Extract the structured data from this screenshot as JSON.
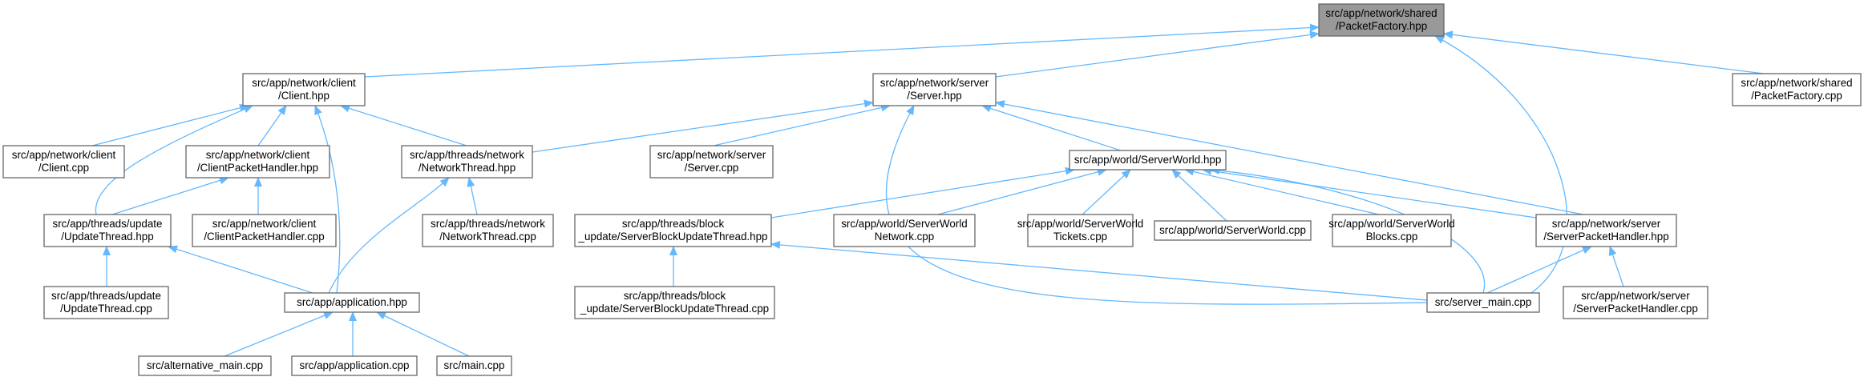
{
  "diagram": {
    "edge_color": "#63b8ff",
    "root_fill": "#999999",
    "nodes": [
      {
        "id": "packetfactory_hpp",
        "lines": [
          "src/app/network/shared",
          "/PacketFactory.hpp"
        ],
        "root": true
      },
      {
        "id": "client_hpp",
        "lines": [
          "src/app/network/client",
          "/Client.hpp"
        ]
      },
      {
        "id": "server_hpp",
        "lines": [
          "src/app/network/server",
          "/Server.hpp"
        ]
      },
      {
        "id": "packetfactory_cpp",
        "lines": [
          "src/app/network/shared",
          "/PacketFactory.cpp"
        ]
      },
      {
        "id": "client_cpp",
        "lines": [
          "src/app/network/client",
          "/Client.cpp"
        ]
      },
      {
        "id": "clientpackethandler_hpp",
        "lines": [
          "src/app/network/client",
          "/ClientPacketHandler.hpp"
        ]
      },
      {
        "id": "networkthread_hpp",
        "lines": [
          "src/app/threads/network",
          "/NetworkThread.hpp"
        ]
      },
      {
        "id": "server_cpp",
        "lines": [
          "src/app/network/server",
          "/Server.cpp"
        ]
      },
      {
        "id": "serverworld_hpp",
        "lines": [
          "src/app/world/ServerWorld.hpp"
        ]
      },
      {
        "id": "updatethread_hpp",
        "lines": [
          "src/app/threads/update",
          "/UpdateThread.hpp"
        ]
      },
      {
        "id": "clientpackethandler_cpp",
        "lines": [
          "src/app/network/client",
          "/ClientPacketHandler.cpp"
        ]
      },
      {
        "id": "networkthread_cpp",
        "lines": [
          "src/app/threads/network",
          "/NetworkThread.cpp"
        ]
      },
      {
        "id": "serverblockupdatethread_hpp",
        "lines": [
          "src/app/threads/block",
          "_update/ServerBlockUpdateThread.hpp"
        ]
      },
      {
        "id": "serverworldnetwork_cpp",
        "lines": [
          "src/app/world/ServerWorld",
          "Network.cpp"
        ]
      },
      {
        "id": "serverworldtickets_cpp",
        "lines": [
          "src/app/world/ServerWorld",
          "Tickets.cpp"
        ]
      },
      {
        "id": "serverworld_cpp",
        "lines": [
          "src/app/world/ServerWorld.cpp"
        ]
      },
      {
        "id": "serverworldblocks_cpp",
        "lines": [
          "src/app/world/ServerWorld",
          "Blocks.cpp"
        ]
      },
      {
        "id": "serverpackethandler_hpp",
        "lines": [
          "src/app/network/server",
          "/ServerPacketHandler.hpp"
        ]
      },
      {
        "id": "updatethread_cpp",
        "lines": [
          "src/app/threads/update",
          "/UpdateThread.cpp"
        ]
      },
      {
        "id": "application_hpp",
        "lines": [
          "src/app/application.hpp"
        ]
      },
      {
        "id": "serverblockupdatethread_cpp",
        "lines": [
          "src/app/threads/block",
          "_update/ServerBlockUpdateThread.cpp"
        ]
      },
      {
        "id": "server_main_cpp",
        "lines": [
          "src/server_main.cpp"
        ]
      },
      {
        "id": "serverpackethandler_cpp",
        "lines": [
          "src/app/network/server",
          "/ServerPacketHandler.cpp"
        ]
      },
      {
        "id": "alternative_main_cpp",
        "lines": [
          "src/alternative_main.cpp"
        ]
      },
      {
        "id": "application_cpp",
        "lines": [
          "src/app/application.cpp"
        ]
      },
      {
        "id": "main_cpp",
        "lines": [
          "src/main.cpp"
        ]
      }
    ],
    "edges": [
      {
        "from": "client_hpp",
        "to": "packetfactory_hpp"
      },
      {
        "from": "server_hpp",
        "to": "packetfactory_hpp"
      },
      {
        "from": "packetfactory_cpp",
        "to": "packetfactory_hpp"
      },
      {
        "from": "server_main_cpp",
        "to": "packetfactory_hpp"
      },
      {
        "from": "client_cpp",
        "to": "client_hpp"
      },
      {
        "from": "clientpackethandler_hpp",
        "to": "client_hpp"
      },
      {
        "from": "networkthread_hpp",
        "to": "client_hpp"
      },
      {
        "from": "updatethread_hpp",
        "to": "client_hpp"
      },
      {
        "from": "application_hpp",
        "to": "client_hpp"
      },
      {
        "from": "networkthread_hpp",
        "to": "server_hpp"
      },
      {
        "from": "server_cpp",
        "to": "server_hpp"
      },
      {
        "from": "serverworld_hpp",
        "to": "server_hpp"
      },
      {
        "from": "serverpackethandler_hpp",
        "to": "server_hpp"
      },
      {
        "from": "server_main_cpp",
        "to": "server_hpp"
      },
      {
        "from": "updatethread_hpp",
        "to": "clientpackethandler_hpp"
      },
      {
        "from": "clientpackethandler_cpp",
        "to": "clientpackethandler_hpp"
      },
      {
        "from": "networkthread_cpp",
        "to": "networkthread_hpp"
      },
      {
        "from": "application_hpp",
        "to": "networkthread_hpp"
      },
      {
        "from": "serverblockupdatethread_hpp",
        "to": "serverworld_hpp"
      },
      {
        "from": "serverworldnetwork_cpp",
        "to": "serverworld_hpp"
      },
      {
        "from": "serverworldtickets_cpp",
        "to": "serverworld_hpp"
      },
      {
        "from": "serverworld_cpp",
        "to": "serverworld_hpp"
      },
      {
        "from": "serverworldblocks_cpp",
        "to": "serverworld_hpp"
      },
      {
        "from": "serverpackethandler_hpp",
        "to": "serverworld_hpp"
      },
      {
        "from": "server_main_cpp",
        "to": "serverworld_hpp"
      },
      {
        "from": "updatethread_cpp",
        "to": "updatethread_hpp"
      },
      {
        "from": "application_hpp",
        "to": "updatethread_hpp"
      },
      {
        "from": "serverblockupdatethread_cpp",
        "to": "serverblockupdatethread_hpp"
      },
      {
        "from": "server_main_cpp",
        "to": "serverblockupdatethread_hpp"
      },
      {
        "from": "server_main_cpp",
        "to": "serverpackethandler_hpp"
      },
      {
        "from": "serverpackethandler_cpp",
        "to": "serverpackethandler_hpp"
      },
      {
        "from": "alternative_main_cpp",
        "to": "application_hpp"
      },
      {
        "from": "application_cpp",
        "to": "application_hpp"
      },
      {
        "from": "main_cpp",
        "to": "application_hpp"
      }
    ]
  }
}
